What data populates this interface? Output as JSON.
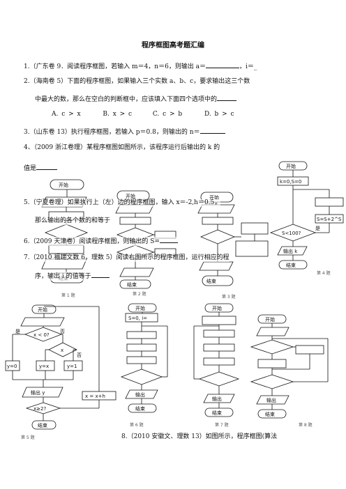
{
  "document": {
    "title": "程序框图高考题汇编",
    "q1": {
      "text": "1.（广东卷 9．阅读程序框图，若输入 m＝4，n＝6，则输出 a＝",
      "tail": "，i＝_"
    },
    "q2": {
      "line1": "2.（海南卷 5）下面的程序框图，如果输入三个实数 a、b、c，要求输出这三个数",
      "line2": "中最大的数，那么在空白的判断框中，应该填入下面四个选项中的",
      "options": [
        "A. c > x",
        "B. x > c",
        "C. c > b",
        "D. b > c"
      ]
    },
    "q3": {
      "text": "3.（山东卷 13）执行程序框图，若输入 p＝0.8，则输出的 n＝"
    },
    "q4": {
      "line1": "4、（2009 浙江卷理）某程序框图如图所示，该程序运行后输出的 k 的",
      "line2": "值是"
    },
    "q5": {
      "text": "5.（宁夏卷理）如果执行上（左）边的程序框图，输入 x＝-2,h＝0.5，",
      "line2": "那么输出的各个数的和等于"
    },
    "q6": {
      "text": "6.（2009 天津卷）阅读程序框图，则输出的 S="
    },
    "q7": {
      "line1": "7.（2010 福建文数 6，理数 5）阅读右图所示的程序框图，运行相应的程",
      "line2": "序，输出 i 的值等于"
    },
    "q8": {
      "text": "8.（2010 安徽文、理数 13）如图所示，程序框图(算法"
    },
    "flow": {
      "start": "开始",
      "end": "结束",
      "output": "输出",
      "yes": "是",
      "no": "否",
      "f4_init": "k=0,S=0",
      "f4_cond": "S<100?",
      "f4_assign": "S=S+2^S",
      "f4_out": "输出 k",
      "f5_c1": "x < 0?",
      "f5_c2": "x",
      "f5_y0": "y=0",
      "f5_yx": "y=x",
      "f5_y1": "y=1",
      "f5_inc": "x = x+h",
      "f5_cond2": "x≥2?",
      "f6_init": "S=0, i=",
      "f5_outy": "输出 y"
    },
    "captions": {
      "fig1": "第 1 题",
      "fig2": "第 2 题",
      "fig3": "第 3 题",
      "fig4": "第 4 题",
      "fig5": "第 5 题",
      "fig6": "第 6 题",
      "fig7": "第 7 题",
      "fig8": "第 8 题"
    }
  }
}
